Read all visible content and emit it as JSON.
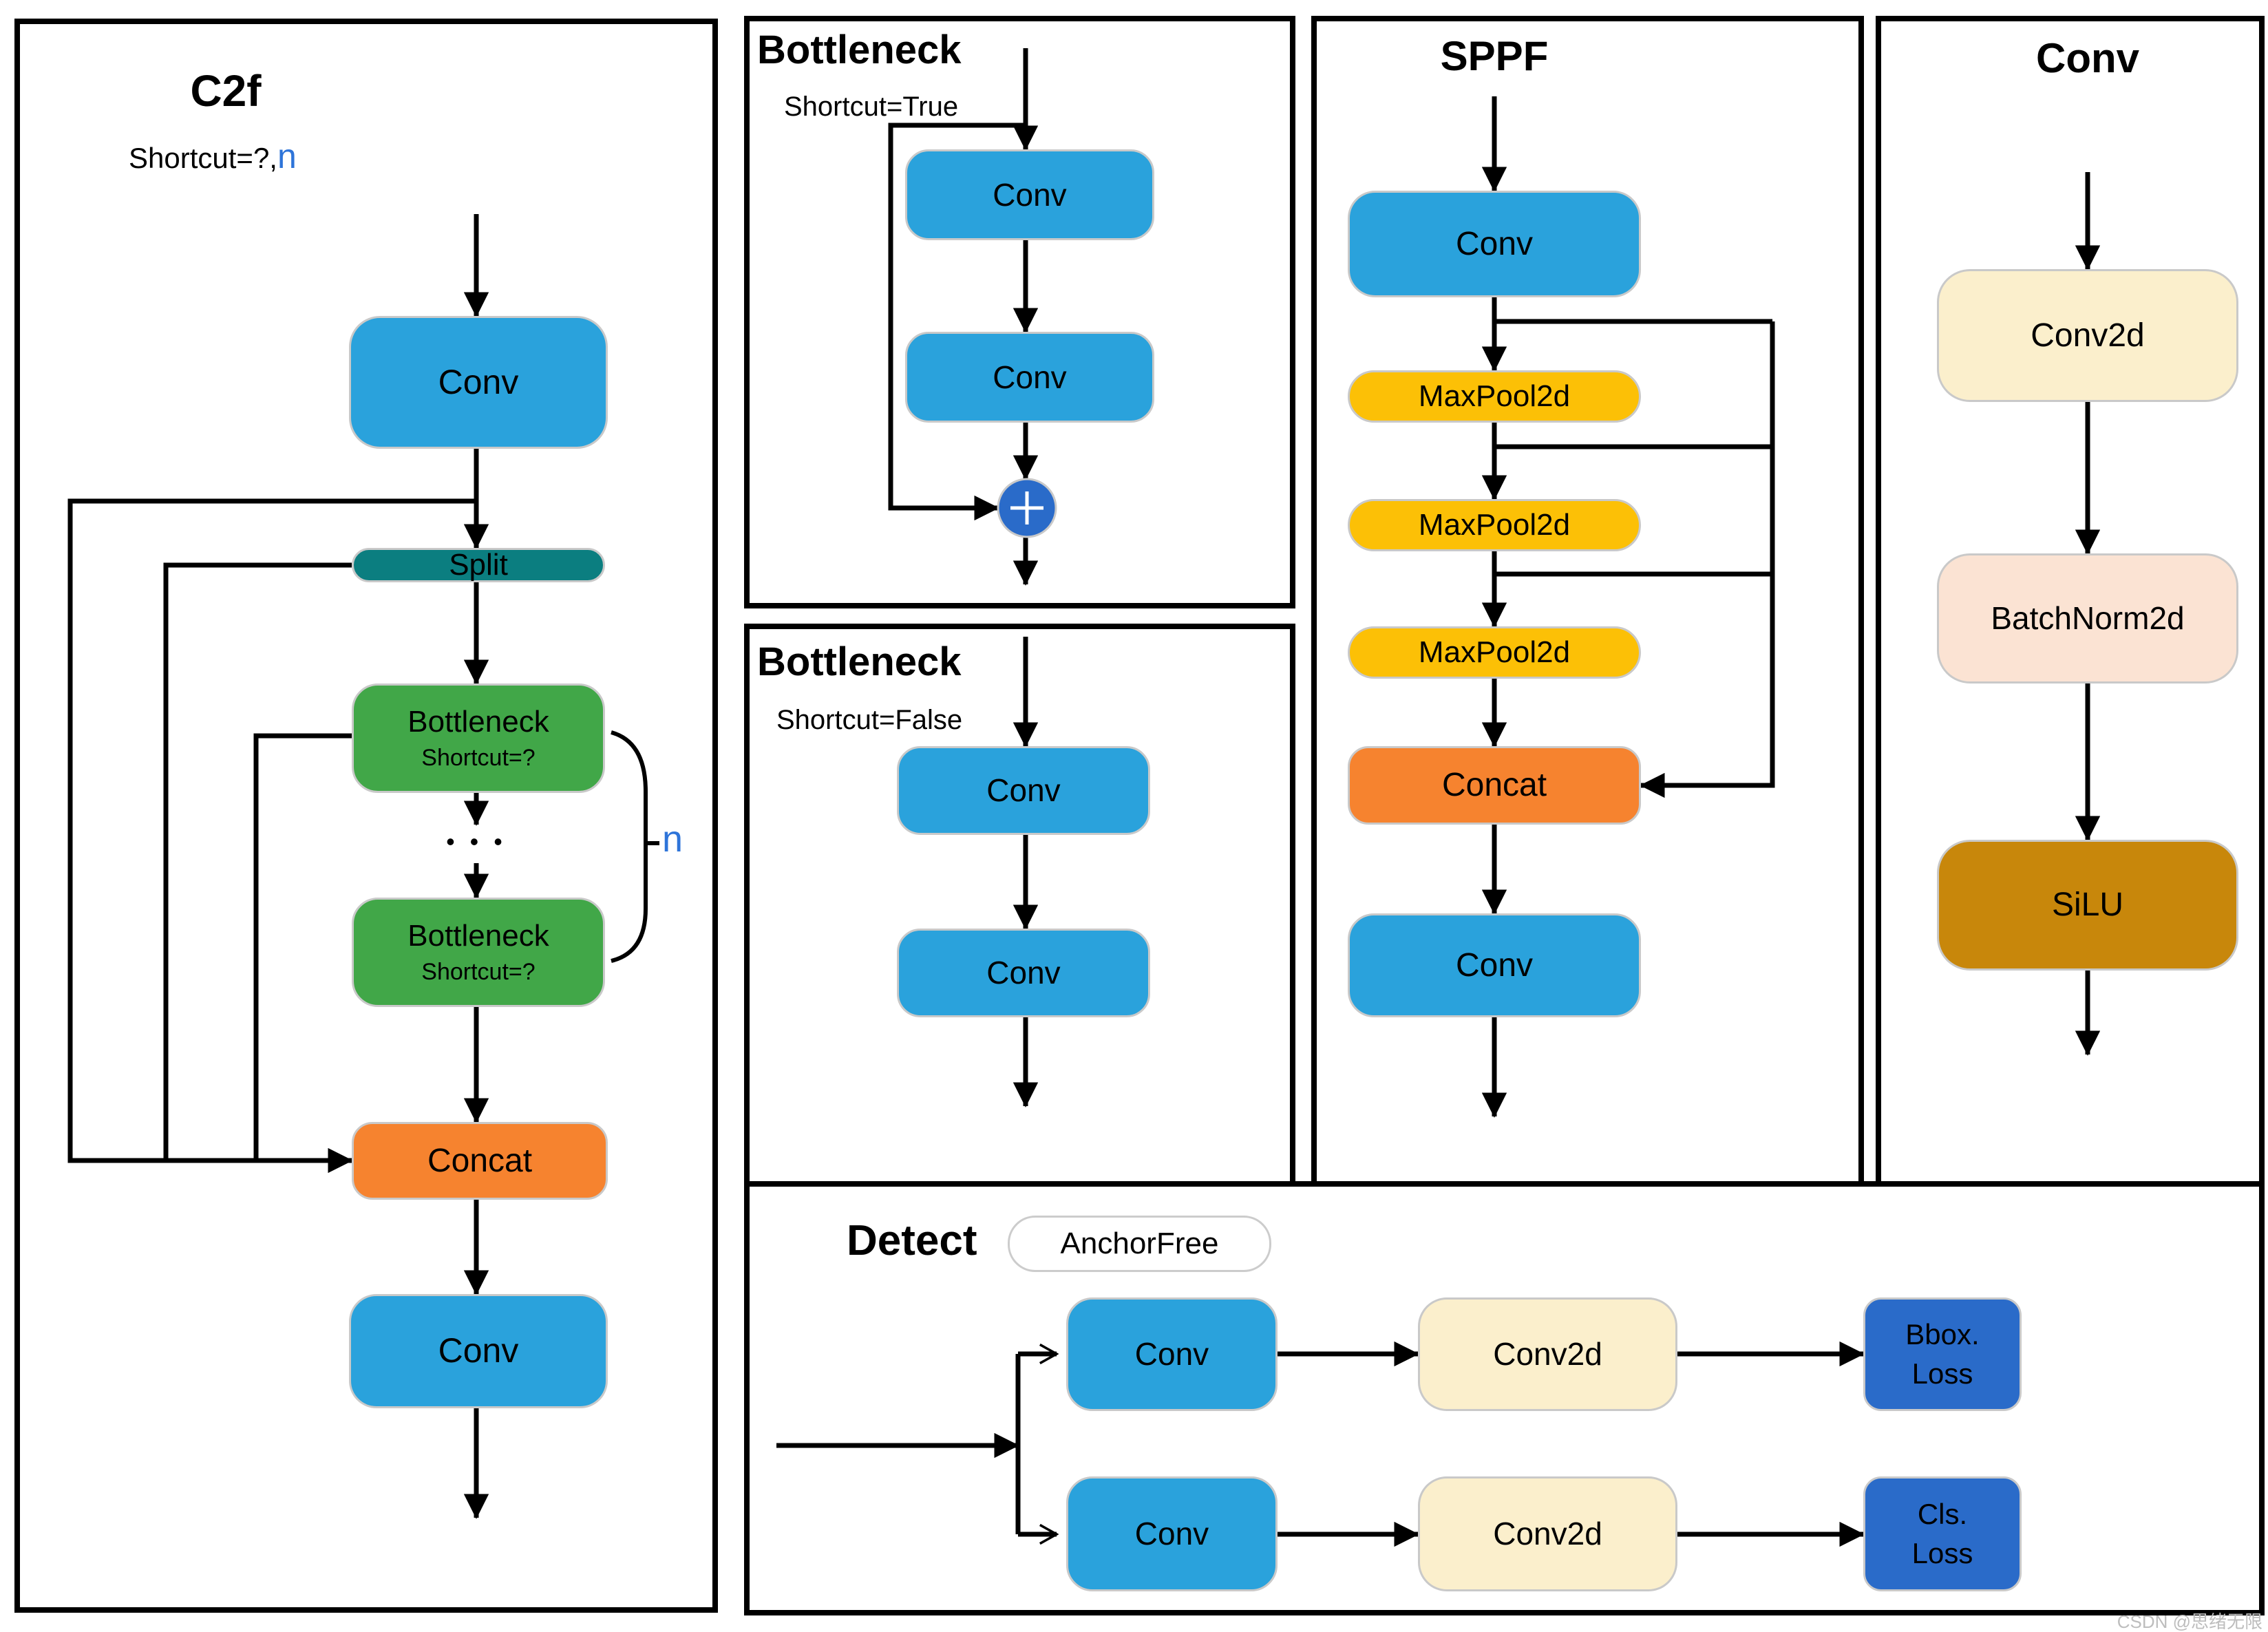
{
  "watermark": "CSDN @思绪无限",
  "colors": {
    "conv_blue": "#2AA2DC",
    "split_teal": "#0B7E80",
    "bottleneck_green": "#41A748",
    "concat_orange": "#F6832F",
    "maxpool_gold": "#FCC006",
    "conv2d_cream": "#FBEFCC",
    "batchnorm_peach": "#FBE3D3",
    "silu_gold": "#C8870B",
    "loss_blue": "#2A6BC9",
    "n_accent_blue": "#2E74D9"
  },
  "panels": {
    "c2f": {
      "title": "C2f",
      "subtitle_prefix": "Shortcut=?,",
      "subtitle_n": "n",
      "conv_top": "Conv",
      "split": "Split",
      "bottleneck1": {
        "label": "Bottleneck",
        "sub": "Shortcut=?"
      },
      "bottleneck2": {
        "label": "Bottleneck",
        "sub": "Shortcut=?"
      },
      "ellipsis": "• • •",
      "n_label": "n",
      "concat": "Concat",
      "conv_bottom": "Conv"
    },
    "bottleneck_true": {
      "title": "Bottleneck",
      "subtitle": "Shortcut=True",
      "conv1": "Conv",
      "conv2": "Conv",
      "add_icon": "+"
    },
    "bottleneck_false": {
      "title": "Bottleneck",
      "subtitle": "Shortcut=False",
      "conv1": "Conv",
      "conv2": "Conv"
    },
    "sppf": {
      "title": "SPPF",
      "conv_top": "Conv",
      "maxpool1": "MaxPool2d",
      "maxpool2": "MaxPool2d",
      "maxpool3": "MaxPool2d",
      "concat": "Concat",
      "conv_bottom": "Conv"
    },
    "conv": {
      "title": "Conv",
      "conv2d": "Conv2d",
      "batchnorm": "BatchNorm2d",
      "silu": "SiLU"
    },
    "detect": {
      "title": "Detect",
      "badge": "AnchorFree",
      "conv_top": "Conv",
      "conv_bottom": "Conv",
      "conv2d_top": "Conv2d",
      "conv2d_bottom": "Conv2d",
      "bbox_loss": {
        "line1": "Bbox.",
        "line2": "Loss"
      },
      "cls_loss": {
        "line1": "Cls.",
        "line2": "Loss"
      }
    }
  }
}
